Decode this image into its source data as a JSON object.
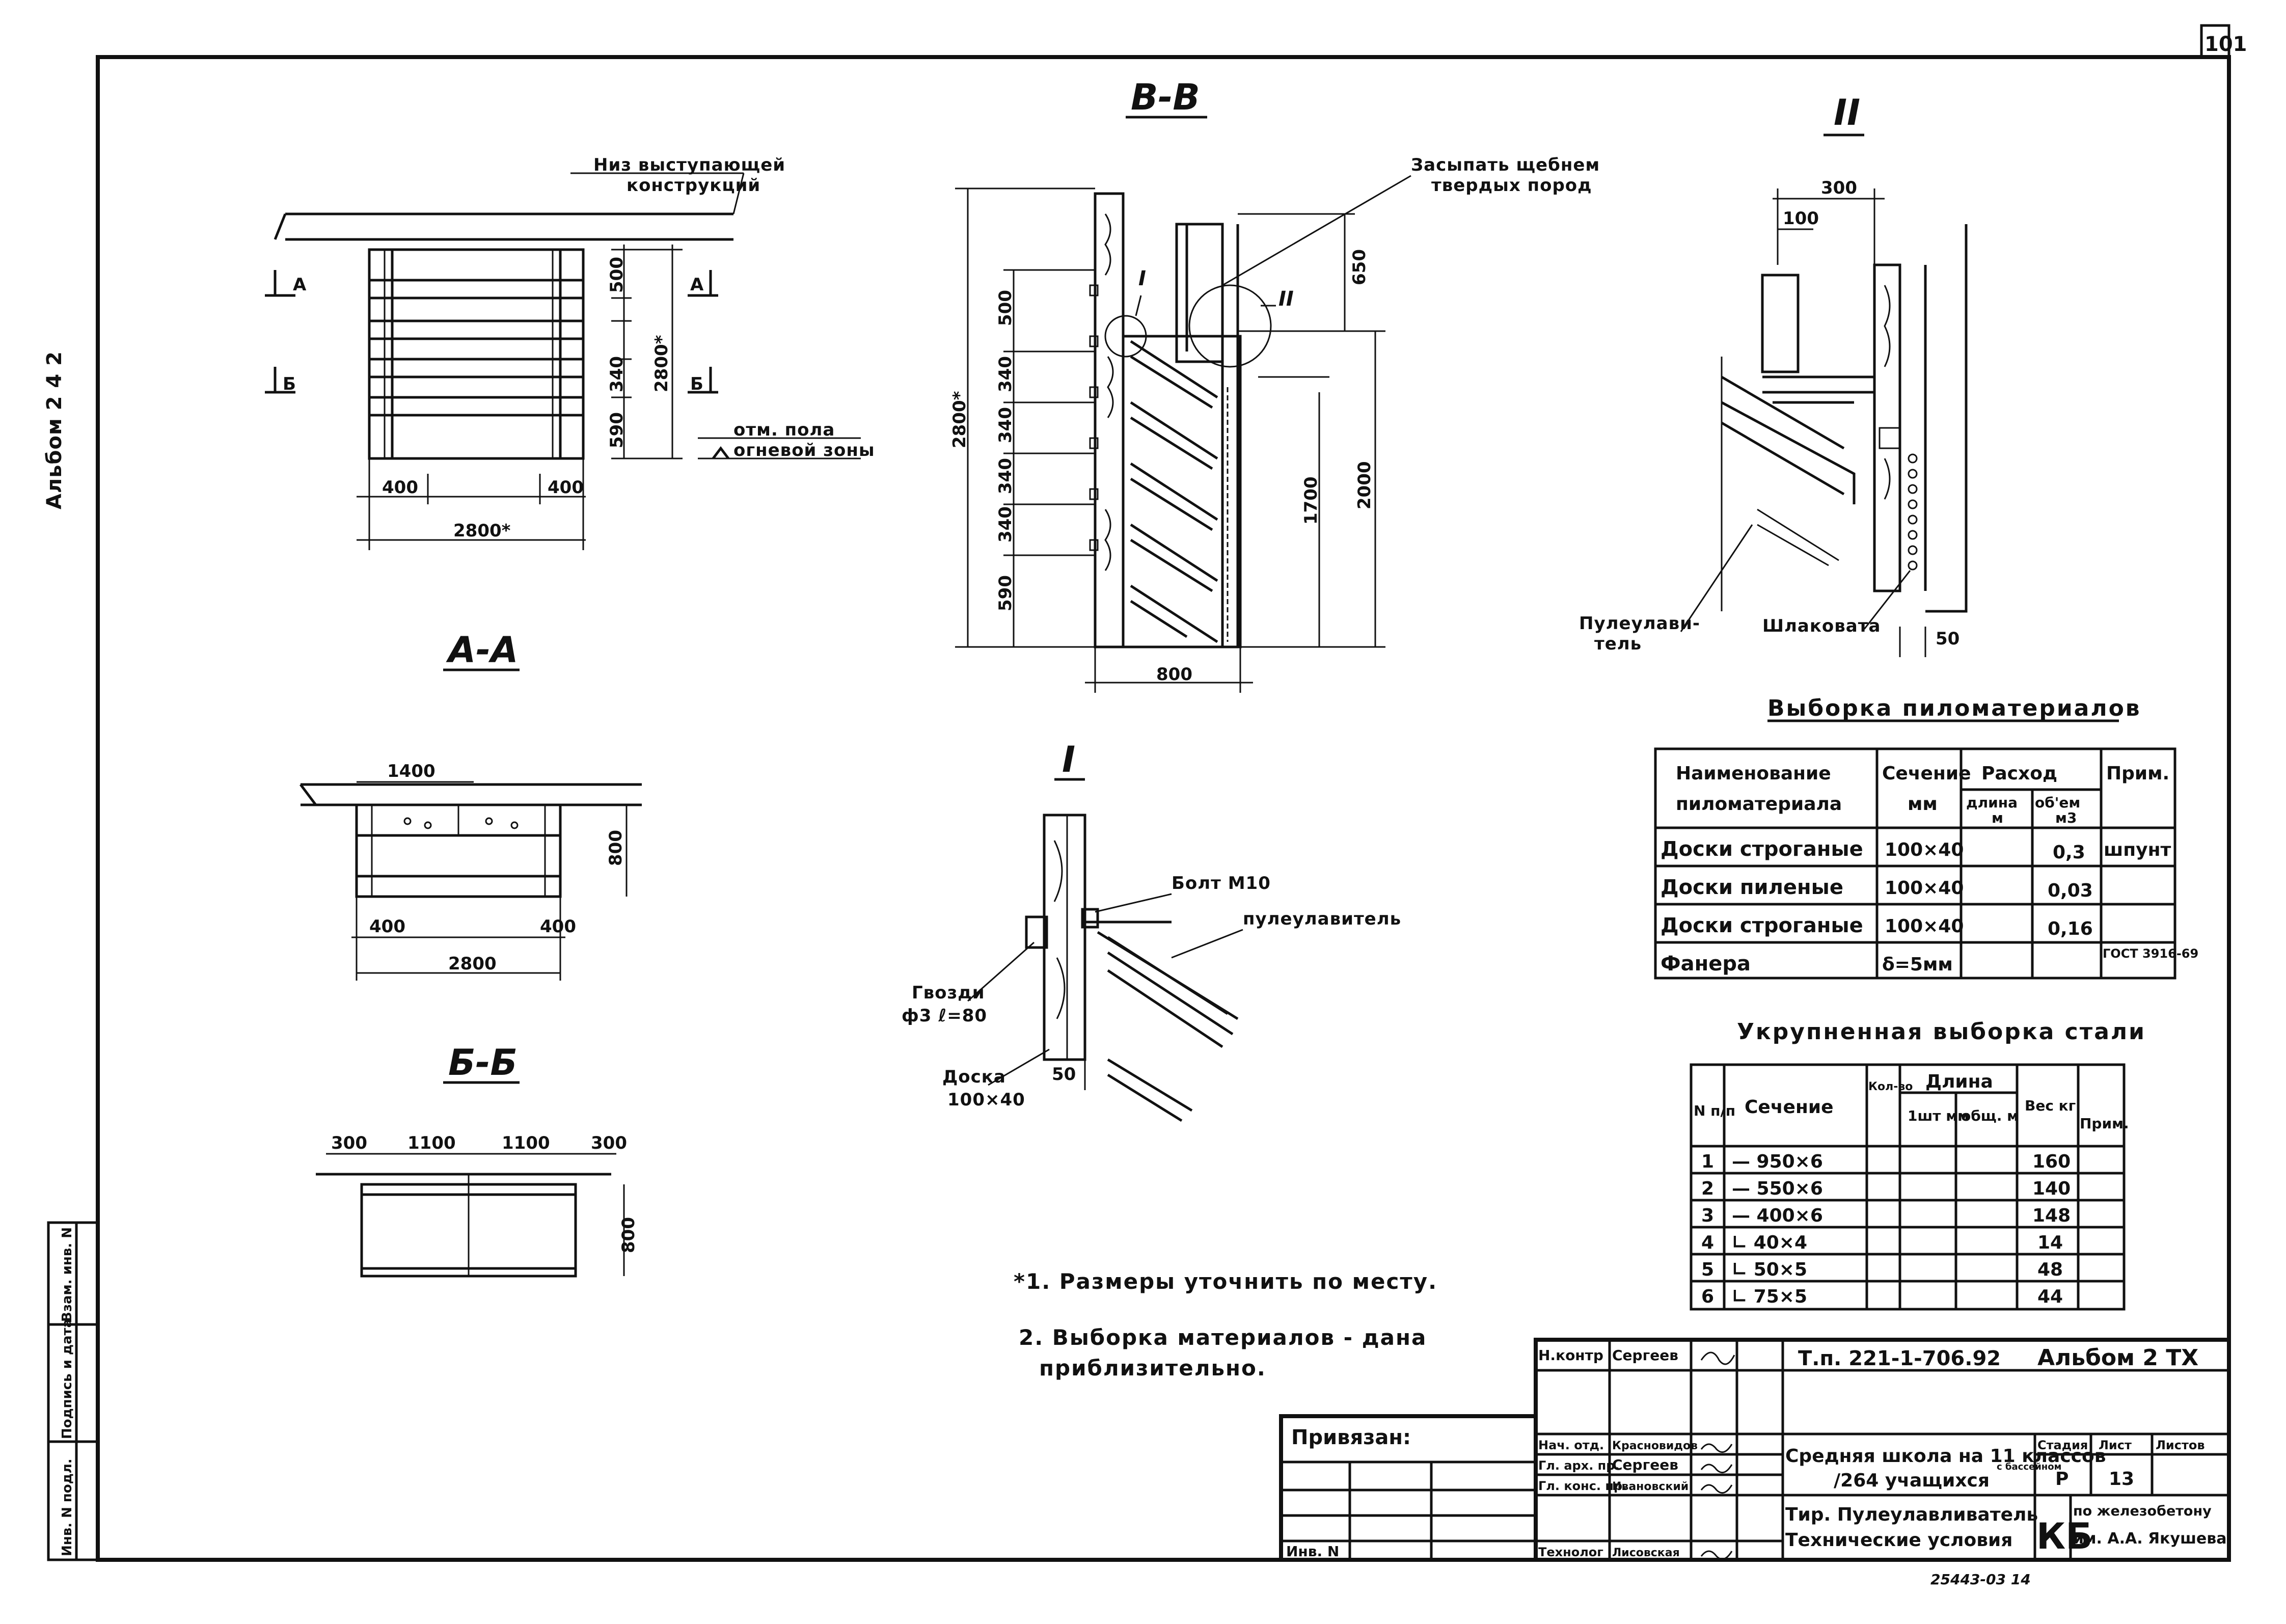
{
  "sheet_number": "101",
  "album_side": "Альбом 2 4 2",
  "views": {
    "bb": {
      "title": "В-В",
      "label_fill": "Засыпать щебнем",
      "label_fill2": "твердых пород",
      "mark1": "I",
      "mark2": "II",
      "d500": "500",
      "d340a": "340",
      "d340b": "340",
      "d340c": "340",
      "d340d": "340",
      "d590": "590",
      "d2800": "2800*",
      "d650": "650",
      "d1700": "1700",
      "d2000": "2000",
      "d800": "800"
    },
    "ii": {
      "title": "II",
      "d300": "300",
      "d100": "100",
      "d50": "50",
      "label_trap": "Пулеулави-",
      "label_trap2": "тель",
      "label_wool": "Шлаковата"
    },
    "front": {
      "label_top": "Низ выступающей",
      "label_top2": "конструкций",
      "cutA": "А",
      "cutB": "Б",
      "d500": "500",
      "d340": "340",
      "d590": "590",
      "d2800v": "2800*",
      "d400l": "400",
      "d400r": "400",
      "d2800h": "2800*",
      "floor1": "отм. пола",
      "floor2": "огневой зоны"
    },
    "aa": {
      "title": "А-А",
      "d1400": "1400",
      "d800": "800",
      "d400l": "400",
      "d400r": "400",
      "d2800": "2800"
    },
    "bbsec": {
      "title": "Б-Б",
      "d300l": "300",
      "d1100l": "1100",
      "d1100r": "1100",
      "d300r": "300",
      "d800": "800"
    },
    "i": {
      "title": "I",
      "bolt": "Болт М10",
      "trap": "пулеулавитель",
      "nails1": "Гвозди",
      "nails2": "ф3 ℓ=80",
      "board1": "Доска",
      "board2": "100×40",
      "d50": "50"
    }
  },
  "notes": {
    "n1": "*1. Размеры уточнить по месту.",
    "n2a": "2. Выборка материалов - дана",
    "n2b": "приблизительно."
  },
  "lumber": {
    "title": "Выборка пиломатериалов",
    "h_name1": "Наименование",
    "h_name2": "пиломатериала",
    "h_sec1": "Сечение",
    "h_sec2": "мм",
    "h_use": "Расход",
    "h_len1": "длина",
    "h_len2": "м",
    "h_vol1": "об'ем",
    "h_vol2": "м3",
    "h_note": "Прим.",
    "rows": [
      {
        "name": "Доски строганые",
        "sec": "100×40",
        "len": "",
        "vol": "0,3",
        "note": "шпунт"
      },
      {
        "name": "Доски пиленые",
        "sec": "100×40",
        "len": "",
        "vol": "0,03",
        "note": ""
      },
      {
        "name": "Доски строганые",
        "sec": "100×40",
        "len": "",
        "vol": "0,16",
        "note": ""
      },
      {
        "name": "Фанера",
        "sec": "δ=5мм",
        "len": "",
        "vol": "",
        "note": "ГОСТ 3916-69"
      }
    ]
  },
  "steel": {
    "title": "Укрупненная выборка стали",
    "h_n": "N п/п",
    "h_sec": "Сечение",
    "h_qty": "Кол-во",
    "h_len": "Длина",
    "h_len1": "1шт мм",
    "h_len2": "общ. м",
    "h_w": "Вес кг",
    "h_note": "Прим.",
    "rows": [
      {
        "n": "1",
        "sec": "— 950×6",
        "w": "160"
      },
      {
        "n": "2",
        "sec": "— 550×6",
        "w": "140"
      },
      {
        "n": "3",
        "sec": "— 400×6",
        "w": "148"
      },
      {
        "n": "4",
        "sec": "∟ 40×4",
        "w": "14"
      },
      {
        "n": "5",
        "sec": "∟ 50×5",
        "w": "48"
      },
      {
        "n": "6",
        "sec": "∟ 75×5",
        "w": "44"
      }
    ]
  },
  "stamp": {
    "doc_code": "Т.п. 221-1-706.92",
    "album": "Альбом 2 ТХ",
    "project1": "Средняя школа на 11 классов",
    "project_note": "с бассейном",
    "project2": "/264 учащихся",
    "sheet_title1": "Тир. Пулеулавливатель",
    "sheet_title2": "Технические условия",
    "stage_h": "Стадия",
    "sheet_h": "Лист",
    "sheets_h": "Листов",
    "stage": "Р",
    "sheet": "13",
    "sheets": "",
    "kb": "КБ",
    "org1": "по железобетону",
    "org2": "им. А.А. Якушева",
    "bound": "Привязан:",
    "inv": "Инв. N",
    "roles": [
      {
        "role": "Н.контр",
        "name": "Сергеев"
      },
      {
        "role": "Нач. отд.",
        "name": "Красновидов"
      },
      {
        "role": "Гл. арх. пр.",
        "name": "Сергеев"
      },
      {
        "role": "Гл. конс. пр.",
        "name": "Ивановский"
      },
      {
        "role": "Технолог",
        "name": "Лисовская"
      }
    ],
    "side_cells": [
      "Инв. N подл.",
      "Подпись и дата",
      "Взам. инв. N"
    ],
    "footer": "25443-03 14"
  }
}
